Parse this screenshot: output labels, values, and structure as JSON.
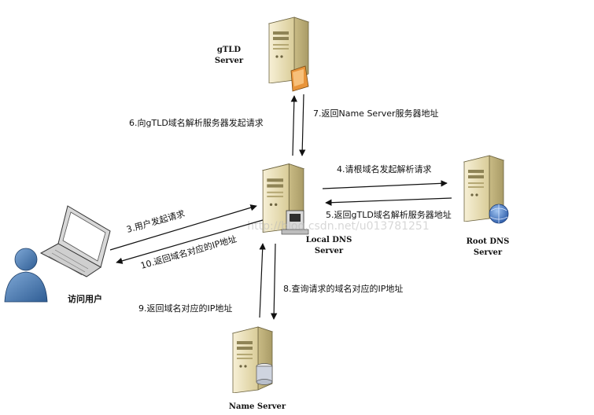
{
  "nodes": {
    "gtld": {
      "line1": "gTLD",
      "line2": "Server"
    },
    "local": {
      "line1": "Local DNS",
      "line2": "Server"
    },
    "root": {
      "line1": "Root DNS",
      "line2": "Server"
    },
    "name_server": {
      "label": "Name Server"
    },
    "user": {
      "label": "访问用户"
    }
  },
  "steps": {
    "s3": "3.用户发起请求",
    "s4": "4.请根域名发起解析请求",
    "s5": "5.返回gTLD域名解析服务器地址",
    "s6": "6.向gTLD域名解析服务器发起请求",
    "s7": "7.返回Name Server服务器地址",
    "s8": "8.查询请求的域名对应的IP地址",
    "s9": "9.返回域名对应的IP地址",
    "s10": "10.返回域名对应的IP地址"
  },
  "watermark": "http://blog.csdn.net/u013781251",
  "colors": {
    "server_body": "#efe6c4",
    "server_dark": "#cbbd88",
    "arrow": "#111111",
    "globe": "#3a6fbf",
    "user": "#4d7fb8"
  }
}
